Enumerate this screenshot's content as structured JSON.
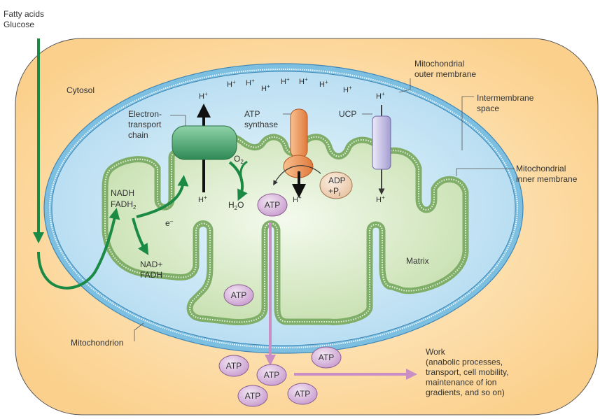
{
  "labels": {
    "inputs_line1": "Fatty acids",
    "inputs_line2": "Glucose",
    "cytosol": "Cytosol",
    "outer_membrane_line1": "Mitochondrial",
    "outer_membrane_line2": "outer membrane",
    "intermembrane_line1": "Intermembrane",
    "intermembrane_line2": "space",
    "inner_membrane_line1": "Mitochondrial",
    "inner_membrane_line2": "inner membrane",
    "etc_line1": "Electron-",
    "etc_line2": "transport",
    "etc_line3": "chain",
    "atp_synthase_line1": "ATP",
    "atp_synthase_line2": "synthase",
    "ucp": "UCP",
    "oxygen": "O",
    "oxygen_sub": "2",
    "water": "H",
    "water_sub": "2",
    "water_tail": "O",
    "nadh": "NADH",
    "fadh2": "FADH",
    "fadh2_sub": "2",
    "electron": "e",
    "electron_sup": "–",
    "nad": "NAD+",
    "fadh": "FADH",
    "adp": "ADP",
    "pi": "+P",
    "pi_sub": "i",
    "matrix": "Matrix",
    "mitochondrion": "Mitochondrion",
    "work_line1": "Work",
    "work_line2": "(anabolic processes,",
    "work_line3": "transport, cell mobility,",
    "work_line4": "maintenance of ion",
    "work_line5": "gradients, and so on)",
    "proton": "H",
    "proton_sup": "+",
    "atp": "ATP"
  },
  "colors": {
    "cell": "#fbd79a",
    "intermembrane": "#c4e4f4",
    "outer_membrane": "#6fb3d9",
    "matrix": "#d2e6bd",
    "inner_membrane": "#9cc488",
    "etc": "#3e9a63",
    "atp_synthase": "#f0955a",
    "ucp": "#c2bce4",
    "electron_flow": "#1a8a45",
    "atp_flow": "#c98ec3",
    "atp_molecule": "#d6b3da",
    "adp_molecule": "#f2d6bb"
  }
}
